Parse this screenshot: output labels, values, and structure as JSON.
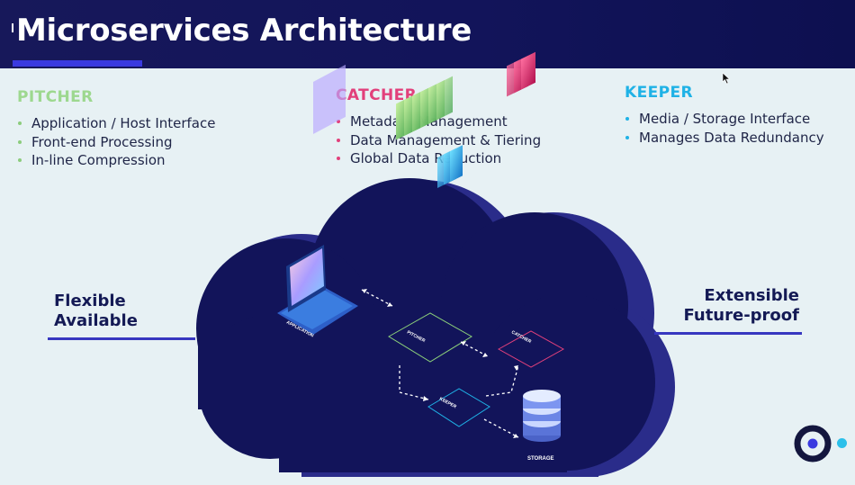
{
  "header": {
    "title": "Microservices Architecture"
  },
  "columns": [
    {
      "title": "PITCHER",
      "items": [
        "Application / Host Interface",
        "Front-end Processing",
        "In-line Compression"
      ]
    },
    {
      "title": "CATCHER",
      "items": [
        "Metadata Management",
        "Data Management & Tiering",
        "Global Data Reduction"
      ]
    },
    {
      "title": "KEEPER",
      "items": [
        "Media / Storage Interface",
        "Manages Data Redundancy"
      ]
    }
  ],
  "left_label": {
    "line1": "Flexible",
    "line2": "Available"
  },
  "right_label": {
    "line1": "Extensible",
    "line2": "Future-proof"
  },
  "diagram": {
    "application_label": "APPLICATION",
    "pitcher_label": "PITCHER",
    "catcher_label": "CATCHER",
    "keeper_label": "KEEPER",
    "storage_label": "STORAGE"
  },
  "colors": {
    "header_bg": "#12145a",
    "accent": "#3a3ae0",
    "pitcher": "#9dd88f",
    "catcher": "#e2407b",
    "keeper": "#1fb2e6",
    "cloud": "#12145a"
  },
  "icons": {
    "logo": "circle-logo-icon",
    "cursor": "mouse-cursor-icon"
  }
}
